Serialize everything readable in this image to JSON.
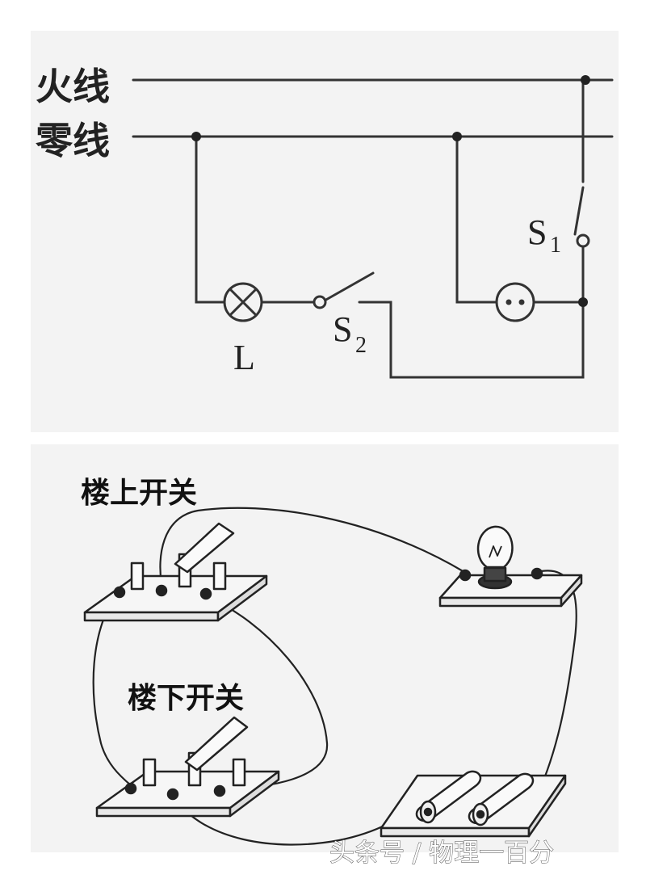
{
  "schematic": {
    "live_wire_label": "火线",
    "neutral_wire_label": "零线",
    "lamp_label": "L",
    "switch1_label": "S",
    "switch1_sub": "1",
    "switch2_label": "S",
    "switch2_sub": "2"
  },
  "wiring": {
    "upstairs_switch_label": "楼上开关",
    "downstairs_switch_label": "楼下开关"
  },
  "watermark": "头条号 / 物理一百分"
}
